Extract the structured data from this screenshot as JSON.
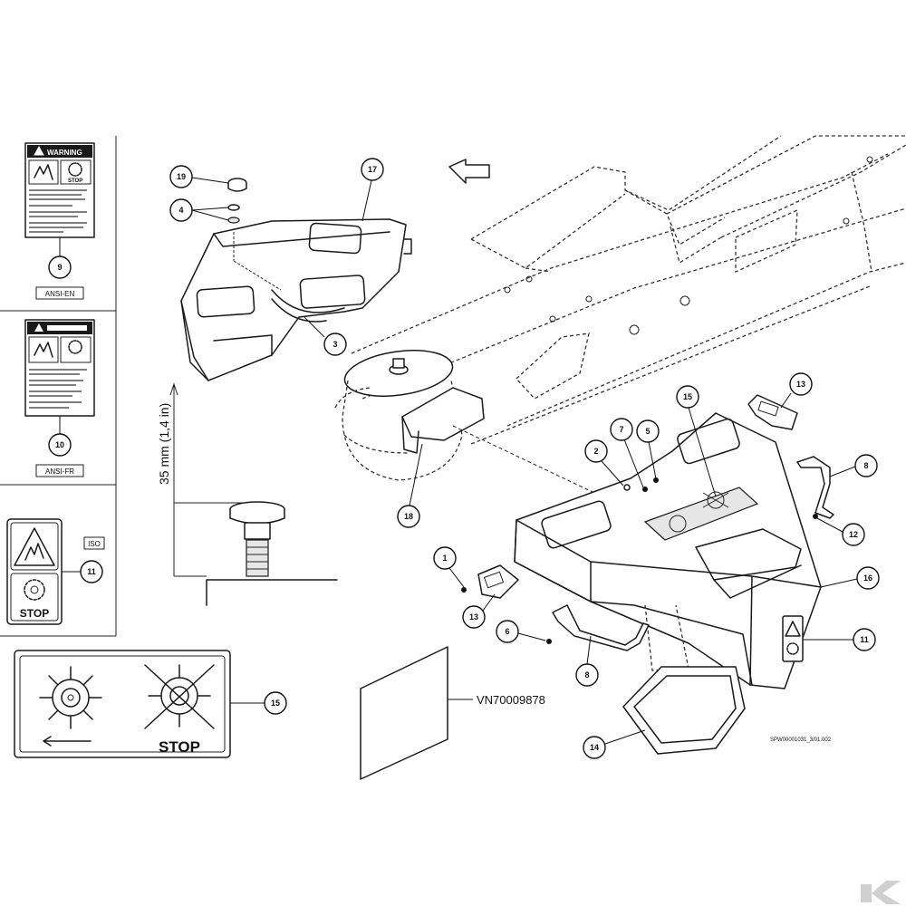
{
  "callouts": {
    "c1": "1",
    "c2": "2",
    "c3": "3",
    "c4": "4",
    "c5": "5",
    "c6": "6",
    "c7": "7",
    "c8a": "8",
    "c8b": "8",
    "c9": "9",
    "c10": "10",
    "c11a": "11",
    "c11b": "11",
    "c12": "12",
    "c13a": "13",
    "c13b": "13",
    "c14": "14",
    "c15a": "15",
    "c15b": "15",
    "c16": "16",
    "c17": "17",
    "c18": "18",
    "c19": "19"
  },
  "labels": {
    "warning_title": "WARNING",
    "stop_small": "STOP",
    "ansi_en": "ANSI-EN",
    "ansi_fr": "ANSI-FR",
    "iso": "ISO",
    "stop_iso": "STOP",
    "stop_decal": "STOP",
    "dimension": "35 mm (1,4 in)",
    "doc_code": "VN70009878",
    "drawing_ref": "SPW00001031_3/01.002"
  },
  "icons": [
    "warning-triangle-icon",
    "rotating-blade-hand-icon",
    "gear-stop-icon",
    "arrow-direction-icon",
    "brand-logo-icon"
  ]
}
